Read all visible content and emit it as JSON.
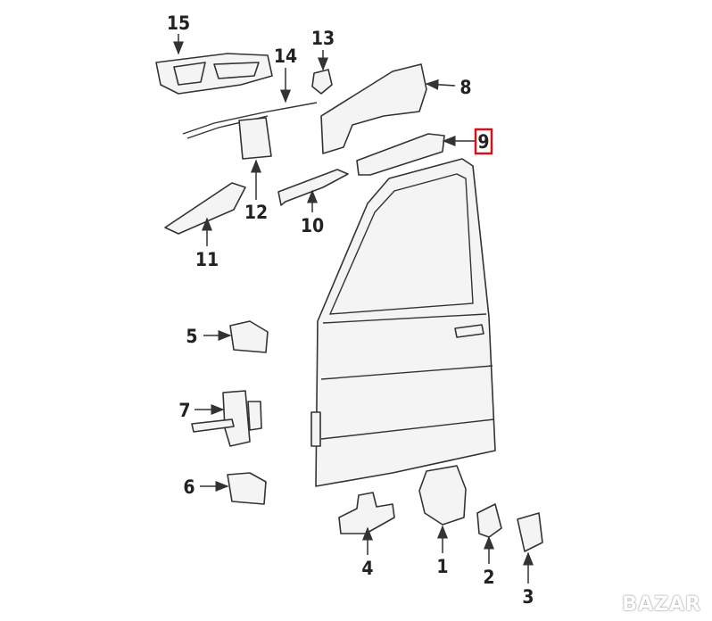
{
  "diagram": {
    "callouts": [
      "15",
      "14",
      "13",
      "8",
      "9",
      "12",
      "10",
      "11",
      "5",
      "7",
      "6",
      "4",
      "1",
      "2",
      "3"
    ],
    "highlighted": "9",
    "highlight_color": "#d0121b"
  },
  "watermark": "BAZAR"
}
